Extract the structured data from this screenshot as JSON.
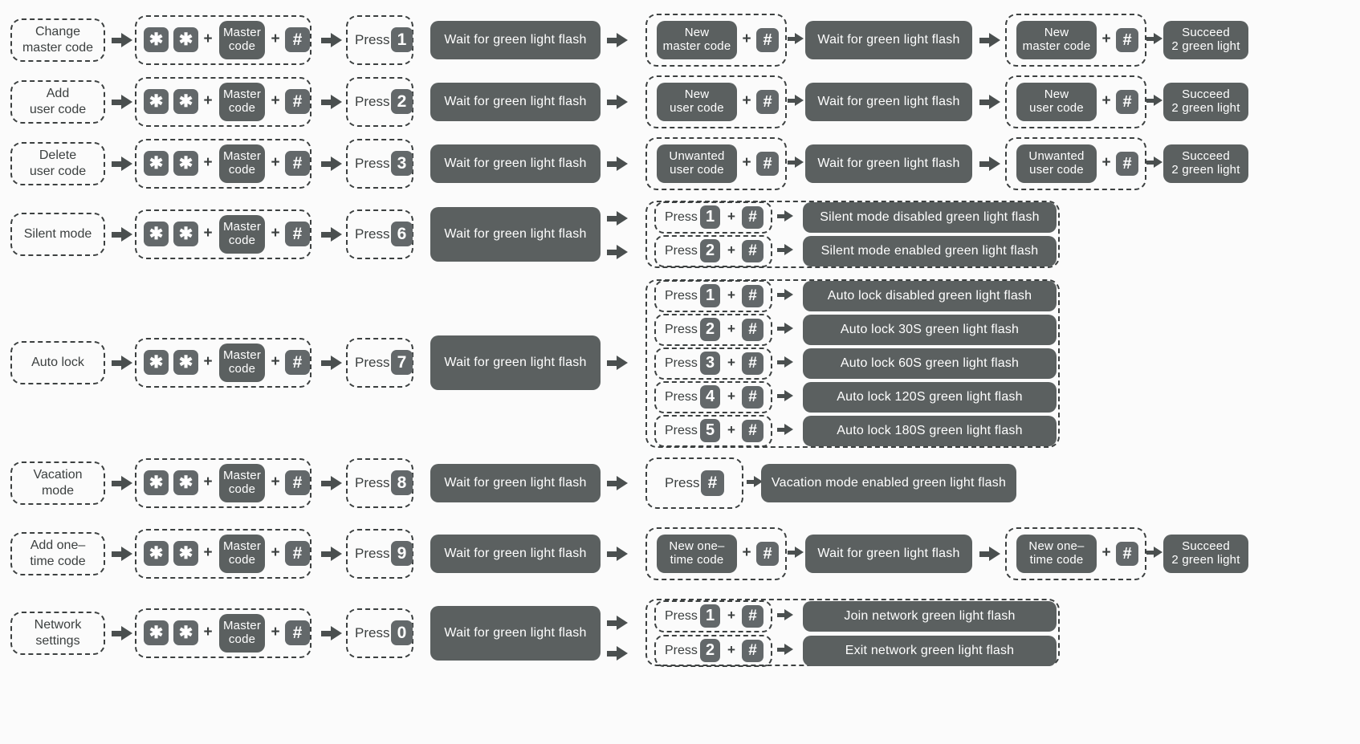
{
  "meta": {
    "title": "Smart lock keypad programming flow chart",
    "colors": {
      "background": "#fbfbfb",
      "box_fill": "#5b6060",
      "key_fill": "#63686a",
      "outline": "#3c4040",
      "arrow": "#4a4f4f",
      "box_text": "#ffffff",
      "label_text": "#3c4040"
    }
  },
  "glyphs": {
    "star": "✱",
    "hash": "#",
    "plus": "+"
  },
  "common": {
    "master_code": "Master\ncode",
    "master_code_line1": "Master",
    "master_code_line2": "code",
    "wait": "Wait for green light flash",
    "press": "Press",
    "succeed_line1": "Succeed",
    "succeed_line2": "2 green light"
  },
  "rows": [
    {
      "id": "change-master-code",
      "label_line1": "Change",
      "label_line2": "master code",
      "digit": "1",
      "wait": "Wait for green light flash",
      "code_line1": "New",
      "code_line2": "master code",
      "wait2": "Wait for green light flash",
      "code2_line1": "New",
      "code2_line2": "master code",
      "result_line1": "Succeed",
      "result_line2": "2 green light"
    },
    {
      "id": "add-user-code",
      "label_line1": "Add",
      "label_line2": "user code",
      "digit": "2",
      "wait": "Wait for green light flash",
      "code_line1": "New",
      "code_line2": "user code",
      "wait2": "Wait for green light flash",
      "code2_line1": "New",
      "code2_line2": "user code",
      "result_line1": "Succeed",
      "result_line2": "2 green light"
    },
    {
      "id": "delete-user-code",
      "label_line1": "Delete",
      "label_line2": "user code",
      "digit": "3",
      "wait": "Wait for green light flash",
      "code_line1": "Unwanted",
      "code_line2": "user code",
      "wait2": "Wait for green light flash",
      "code2_line1": "Unwanted",
      "code2_line2": "user code",
      "result_line1": "Succeed",
      "result_line2": "2 green light"
    },
    {
      "id": "silent-mode",
      "label_line1": "Silent mode",
      "label_line2": "",
      "digit": "6",
      "wait": "Wait for green light flash",
      "options": [
        {
          "press": "Press",
          "digit": "1",
          "result": "Silent mode disabled green light flash"
        },
        {
          "press": "Press",
          "digit": "2",
          "result": "Silent mode enabled green light flash"
        }
      ]
    },
    {
      "id": "auto-lock",
      "label_line1": "Auto lock",
      "label_line2": "",
      "digit": "7",
      "wait": "Wait for green light flash",
      "options": [
        {
          "press": "Press",
          "digit": "1",
          "result": "Auto lock disabled green light flash"
        },
        {
          "press": "Press",
          "digit": "2",
          "result": "Auto lock 30S green light flash"
        },
        {
          "press": "Press",
          "digit": "3",
          "result": "Auto lock 60S green light flash"
        },
        {
          "press": "Press",
          "digit": "4",
          "result": "Auto lock 120S green light flash"
        },
        {
          "press": "Press",
          "digit": "5",
          "result": "Auto lock 180S green light flash"
        }
      ]
    },
    {
      "id": "vacation-mode",
      "label_line1": "Vacation",
      "label_line2": "mode",
      "digit": "8",
      "wait": "Wait for green light flash",
      "press_hash": "Press",
      "result": "Vacation mode enabled green light flash"
    },
    {
      "id": "add-one-time-code",
      "label_line1": "Add one–",
      "label_line2": "time code",
      "digit": "9",
      "wait": "Wait for green light flash",
      "code_line1": "New one–",
      "code_line2": "time code",
      "wait2": "Wait for green light flash",
      "code2_line1": "New one–",
      "code2_line2": "time code",
      "result_line1": "Succeed",
      "result_line2": "2 green light"
    },
    {
      "id": "network-settings",
      "label_line1": "Network",
      "label_line2": "settings",
      "digit": "0",
      "wait": "Wait for green light flash",
      "options": [
        {
          "press": "Press",
          "digit": "1",
          "result": "Join network green light flash"
        },
        {
          "press": "Press",
          "digit": "2",
          "result": "Exit network green light flash"
        }
      ]
    }
  ]
}
